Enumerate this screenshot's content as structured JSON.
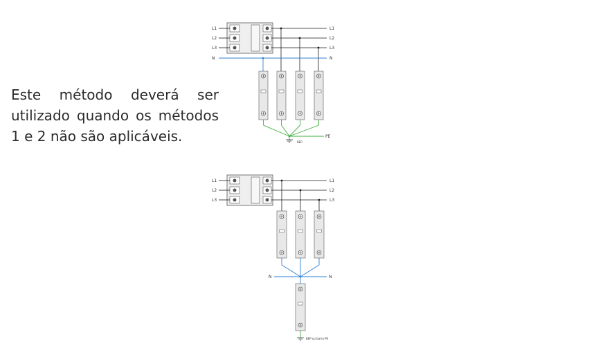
{
  "text": {
    "paragraph": "Este método deverá ser utilizado quando os métodos 1 e 2 não são aplicáveis."
  },
  "diagram1": {
    "left_labels": [
      "L1",
      "L2",
      "L3",
      "N"
    ],
    "right_labels": [
      "L1",
      "L2",
      "L3",
      "N"
    ],
    "pe_label": "PE",
    "earth_label": "BEP"
  },
  "diagram2": {
    "left_labels": [
      "L1",
      "L2",
      "L3"
    ],
    "right_labels": [
      "L1",
      "L2",
      "L3"
    ],
    "n_left_label": "N",
    "n_right_label": "N",
    "earth_label": "BEP ou barra PE"
  },
  "colors": {
    "wire": "#1a1a1a",
    "neutral": "#2f7fd3",
    "earth": "#3fae3f",
    "device_fill": "#e8e8e8",
    "device_stroke": "#555555"
  }
}
